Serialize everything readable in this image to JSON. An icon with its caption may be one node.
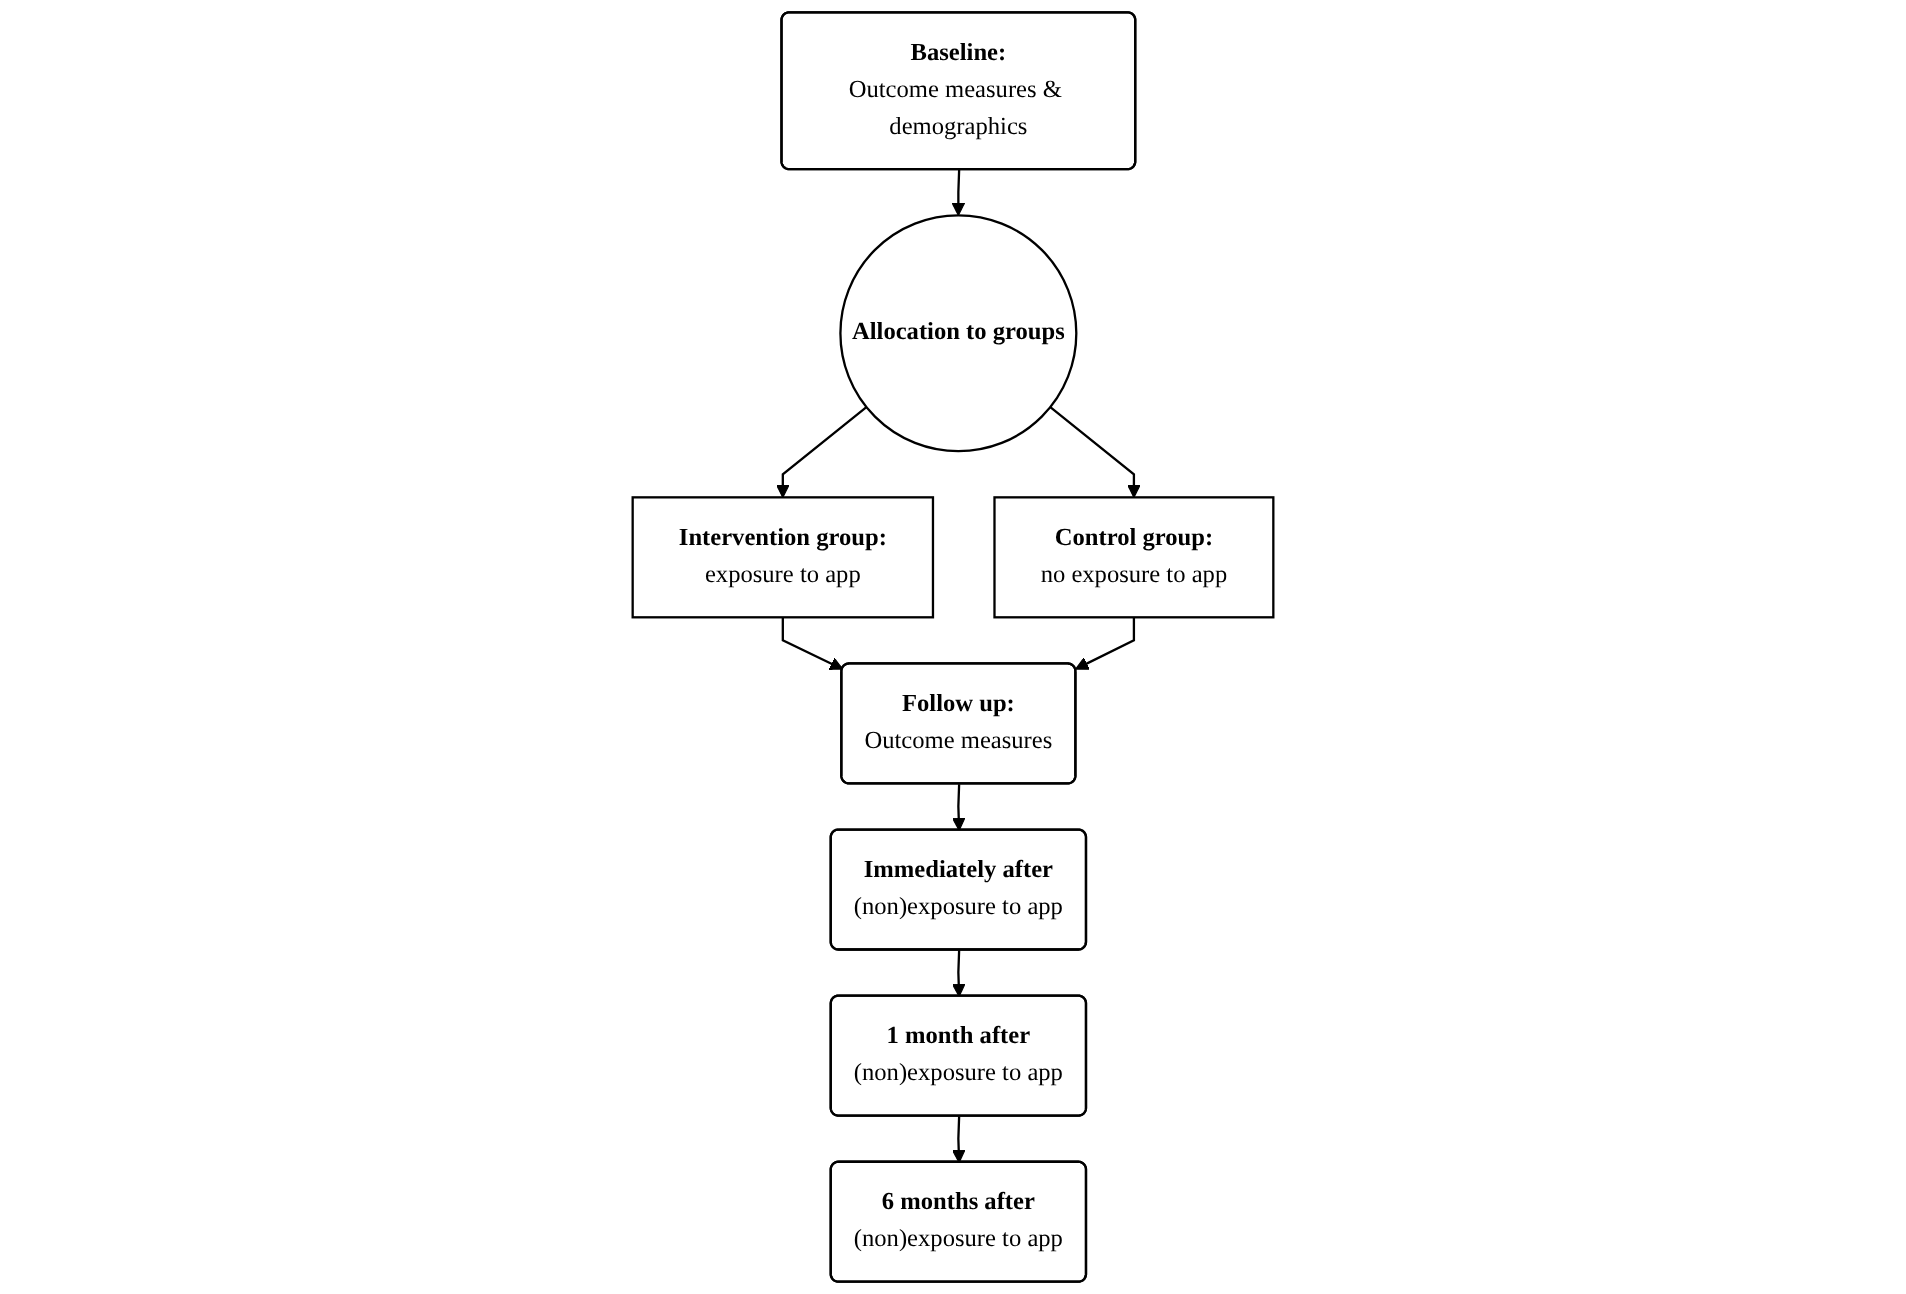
{
  "diagram": {
    "nodes": [
      {
        "text": [
          "Baseline:",
          "Outcome measures & demographics"
        ]
      },
      {
        "text": [
          "Allocation to groups"
        ]
      },
      {
        "text": [
          "Intervention group:",
          "exposure to app"
        ]
      },
      {
        "text": [
          "Control group:",
          "no exposure to app"
        ]
      },
      {
        "text": [
          "Follow up:",
          "Outcome measures"
        ]
      },
      {
        "text": [
          "Immediately after",
          "(non)exposure to app"
        ]
      },
      {
        "text": [
          "1 month after",
          "(non)exposure to app"
        ]
      },
      {
        "text": [
          "6 months after",
          "(non)exposure to app"
        ]
      }
    ],
    "edges": [
      {
        "from": 0,
        "to": 1,
        "arrow": "to"
      },
      {
        "from": 1,
        "to": 2,
        "arrow": "to"
      },
      {
        "from": 1,
        "to": 3,
        "arrow": "to"
      },
      {
        "from": 2,
        "to": 4,
        "arrow": "to"
      },
      {
        "from": 3,
        "to": 4,
        "arrow": "to"
      },
      {
        "from": 4,
        "to": 5,
        "arrow": "to"
      },
      {
        "from": 5,
        "to": 6,
        "arrow": "to"
      },
      {
        "from": 6,
        "to": 7,
        "arrow": "to"
      }
    ]
  }
}
